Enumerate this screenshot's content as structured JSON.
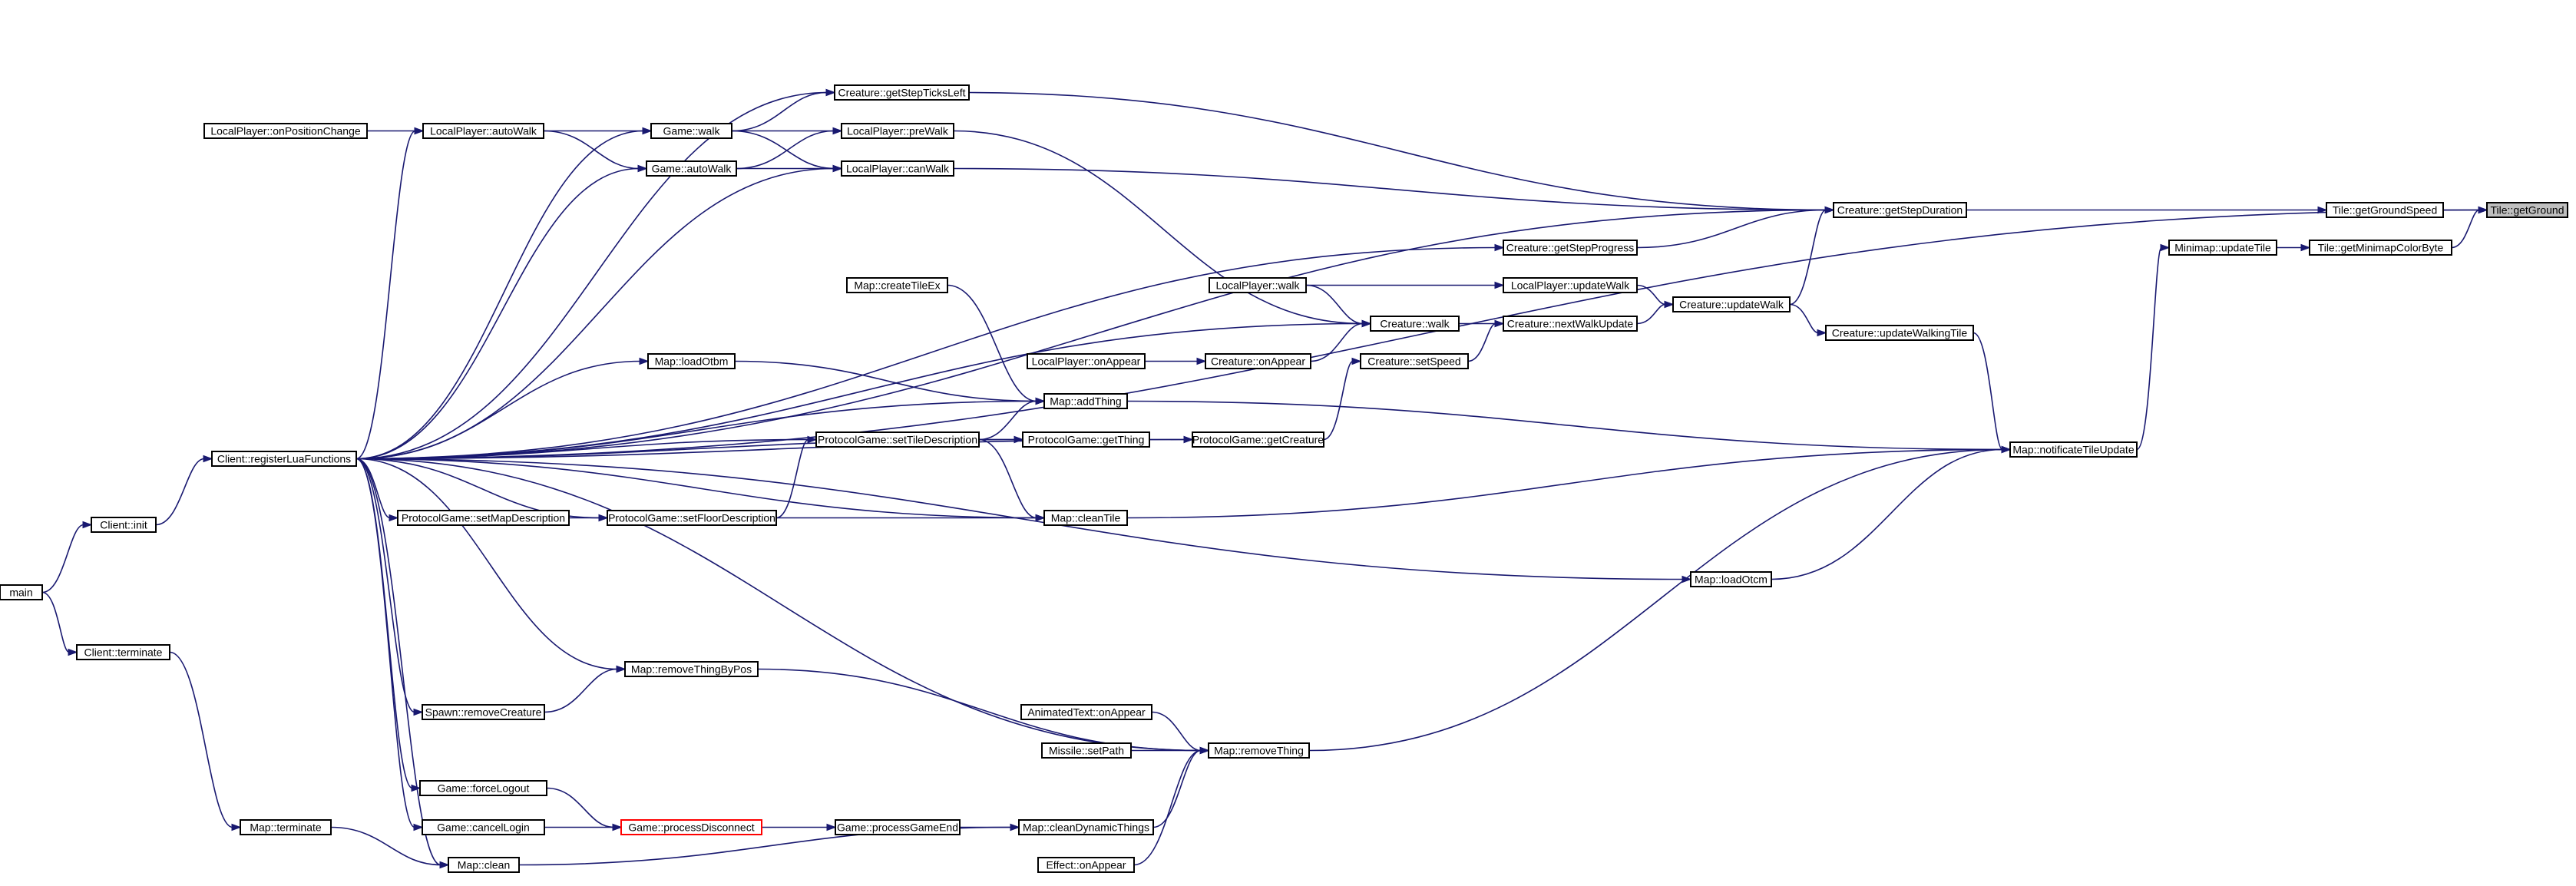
{
  "nodes": [
    {
      "id": "tile_getground",
      "label": "Tile::getGround",
      "style": "root"
    },
    {
      "id": "tile_getgroundspeed",
      "label": "Tile::getGroundSpeed"
    },
    {
      "id": "tile_getminimapcolorbyte",
      "label": "Tile::getMinimapColorByte"
    },
    {
      "id": "minimap_updatetile",
      "label": "Minimap::updateTile"
    },
    {
      "id": "creature_getstepduration",
      "label": "Creature::getStepDuration"
    },
    {
      "id": "map_notificatetileupdate",
      "label": "Map::notificateTileUpdate"
    },
    {
      "id": "creature_getstepticksleft",
      "label": "Creature::getStepTicksLeft"
    },
    {
      "id": "localplayer_prewalk",
      "label": "LocalPlayer::preWalk"
    },
    {
      "id": "localplayer_canwalk",
      "label": "LocalPlayer::canWalk"
    },
    {
      "id": "creature_getstepprogress",
      "label": "Creature::getStepProgress"
    },
    {
      "id": "creature_updatewalk",
      "label": "Creature::updateWalk"
    },
    {
      "id": "creature_updatewalkingtile",
      "label": "Creature::updateWalkingTile"
    },
    {
      "id": "localplayer_updatewalk",
      "label": "LocalPlayer::updateWalk"
    },
    {
      "id": "creature_nextwalkupdate",
      "label": "Creature::nextWalkUpdate"
    },
    {
      "id": "creature_walk",
      "label": "Creature::walk"
    },
    {
      "id": "creature_setspeed",
      "label": "Creature::setSpeed"
    },
    {
      "id": "localplayer_walk",
      "label": "LocalPlayer::walk"
    },
    {
      "id": "creature_onappear",
      "label": "Creature::onAppear"
    },
    {
      "id": "localplayer_onappear",
      "label": "LocalPlayer::onAppear"
    },
    {
      "id": "protocolgame_getcreature",
      "label": "ProtocolGame::getCreature"
    },
    {
      "id": "protocolgame_getthing",
      "label": "ProtocolGame::getThing"
    },
    {
      "id": "protocolgame_settiledescription",
      "label": "ProtocolGame::setTileDescription"
    },
    {
      "id": "protocolgame_setfloordescription",
      "label": "ProtocolGame::setFloorDescription"
    },
    {
      "id": "protocolgame_setmapdescription",
      "label": "ProtocolGame::setMapDescription"
    },
    {
      "id": "map_addthing",
      "label": "Map::addThing"
    },
    {
      "id": "map_createtileex",
      "label": "Map::createTileEx"
    },
    {
      "id": "map_loadotbm",
      "label": "Map::loadOtbm"
    },
    {
      "id": "map_cleantile",
      "label": "Map::cleanTile"
    },
    {
      "id": "map_loadotcm",
      "label": "Map::loadOtcm"
    },
    {
      "id": "map_removething",
      "label": "Map::removeThing"
    },
    {
      "id": "map_removethingbypos",
      "label": "Map::removeThingByPos"
    },
    {
      "id": "spawn_removecreature",
      "label": "Spawn::removeCreature"
    },
    {
      "id": "animatedtext_onappear",
      "label": "AnimatedText::onAppear"
    },
    {
      "id": "missile_setpath",
      "label": "Missile::setPath"
    },
    {
      "id": "map_cleandynamicthings",
      "label": "Map::cleanDynamicThings"
    },
    {
      "id": "effect_onappear",
      "label": "Effect::onAppear"
    },
    {
      "id": "game_processgameend",
      "label": "Game::processGameEnd"
    },
    {
      "id": "game_processdisconnect",
      "label": "Game::processDisconnect",
      "style": "highlight"
    },
    {
      "id": "game_forcelogout",
      "label": "Game::forceLogout"
    },
    {
      "id": "game_cancellogin",
      "label": "Game::cancelLogin"
    },
    {
      "id": "map_clean",
      "label": "Map::clean"
    },
    {
      "id": "map_terminate",
      "label": "Map::terminate"
    },
    {
      "id": "game_walk",
      "label": "Game::walk"
    },
    {
      "id": "game_autowalk",
      "label": "Game::autoWalk"
    },
    {
      "id": "localplayer_autowalk",
      "label": "LocalPlayer::autoWalk"
    },
    {
      "id": "localplayer_onpositionchange",
      "label": "LocalPlayer::onPositionChange"
    },
    {
      "id": "client_registerluafunctions",
      "label": "Client::registerLuaFunctions"
    },
    {
      "id": "client_init",
      "label": "Client::init"
    },
    {
      "id": "client_terminate",
      "label": "Client::terminate"
    },
    {
      "id": "main",
      "label": "main"
    }
  ],
  "edges": [
    [
      "tile_getgroundspeed",
      "tile_getground"
    ],
    [
      "tile_getminimapcolorbyte",
      "tile_getground"
    ],
    [
      "minimap_updatetile",
      "tile_getminimapcolorbyte"
    ],
    [
      "creature_getstepduration",
      "tile_getgroundspeed"
    ],
    [
      "map_notificatetileupdate",
      "minimap_updatetile"
    ],
    [
      "creature_getstepticksleft",
      "creature_getstepduration"
    ],
    [
      "localplayer_canwalk",
      "creature_getstepduration"
    ],
    [
      "creature_getstepprogress",
      "creature_getstepduration"
    ],
    [
      "creature_updatewalk",
      "creature_getstepduration"
    ],
    [
      "client_registerluafunctions",
      "creature_getstepduration"
    ],
    [
      "client_registerluafunctions",
      "tile_getground"
    ],
    [
      "creature_updatewalkingtile",
      "map_notificatetileupdate"
    ],
    [
      "map_addthing",
      "map_notificatetileupdate"
    ],
    [
      "map_cleantile",
      "map_notificatetileupdate"
    ],
    [
      "map_loadotcm",
      "map_notificatetileupdate"
    ],
    [
      "map_removething",
      "map_notificatetileupdate"
    ],
    [
      "localplayer_updatewalk",
      "creature_updatewalk"
    ],
    [
      "creature_nextwalkupdate",
      "creature_updatewalk"
    ],
    [
      "creature_updatewalk",
      "creature_updatewalkingtile"
    ],
    [
      "creature_walk",
      "creature_nextwalkupdate"
    ],
    [
      "creature_setspeed",
      "creature_nextwalkupdate"
    ],
    [
      "localplayer_walk",
      "localplayer_updatewalk"
    ],
    [
      "localplayer_walk",
      "creature_walk"
    ],
    [
      "creature_onappear",
      "creature_walk"
    ],
    [
      "localplayer_prewalk",
      "creature_walk"
    ],
    [
      "localplayer_onappear",
      "creature_onappear"
    ],
    [
      "protocolgame_getcreature",
      "creature_setspeed"
    ],
    [
      "protocolgame_getthing",
      "protocolgame_getcreature"
    ],
    [
      "protocolgame_settiledescription",
      "protocolgame_getthing"
    ],
    [
      "protocolgame_settiledescription",
      "map_addthing"
    ],
    [
      "protocolgame_setfloordescription",
      "protocolgame_settiledescription"
    ],
    [
      "protocolgame_setfloordescription",
      "map_cleantile"
    ],
    [
      "protocolgame_setmapdescription",
      "protocolgame_setfloordescription"
    ],
    [
      "protocolgame_settiledescription",
      "map_cleantile"
    ],
    [
      "map_createtileex",
      "map_addthing"
    ],
    [
      "map_loadotbm",
      "map_addthing"
    ],
    [
      "map_removethingbypos",
      "map_removething"
    ],
    [
      "spawn_removecreature",
      "map_removethingbypos"
    ],
    [
      "animatedtext_onappear",
      "map_removething"
    ],
    [
      "missile_setpath",
      "map_removething"
    ],
    [
      "map_cleandynamicthings",
      "map_removething"
    ],
    [
      "effect_onappear",
      "map_removething"
    ],
    [
      "game_processgameend",
      "map_cleandynamicthings"
    ],
    [
      "game_processdisconnect",
      "game_processgameend"
    ],
    [
      "game_forcelogout",
      "game_processdisconnect"
    ],
    [
      "game_cancellogin",
      "game_processdisconnect"
    ],
    [
      "map_clean",
      "map_cleandynamicthings"
    ],
    [
      "map_terminate",
      "map_clean"
    ],
    [
      "game_walk",
      "creature_getstepticksleft"
    ],
    [
      "game_walk",
      "localplayer_prewalk"
    ],
    [
      "game_walk",
      "localplayer_canwalk"
    ],
    [
      "game_autowalk",
      "localplayer_prewalk"
    ],
    [
      "game_autowalk",
      "localplayer_canwalk"
    ],
    [
      "localplayer_autowalk",
      "game_walk"
    ],
    [
      "localplayer_autowalk",
      "game_autowalk"
    ],
    [
      "localplayer_onpositionchange",
      "localplayer_autowalk"
    ],
    [
      "client_registerluafunctions",
      "localplayer_autowalk"
    ],
    [
      "client_registerluafunctions",
      "creature_getstepticksleft"
    ],
    [
      "client_registerluafunctions",
      "game_walk"
    ],
    [
      "client_registerluafunctions",
      "game_autowalk"
    ],
    [
      "client_registerluafunctions",
      "localplayer_canwalk"
    ],
    [
      "client_registerluafunctions",
      "creature_getstepprogress"
    ],
    [
      "client_registerluafunctions",
      "creature_walk"
    ],
    [
      "client_registerluafunctions",
      "map_loadotbm"
    ],
    [
      "client_registerluafunctions",
      "map_addthing"
    ],
    [
      "client_registerluafunctions",
      "protocolgame_settiledescription"
    ],
    [
      "client_registerluafunctions",
      "protocolgame_getthing"
    ],
    [
      "client_registerluafunctions",
      "protocolgame_getcreature"
    ],
    [
      "client_registerluafunctions",
      "protocolgame_setmapdescription"
    ],
    [
      "client_registerluafunctions",
      "protocolgame_setfloordescription"
    ],
    [
      "client_registerluafunctions",
      "map_cleantile"
    ],
    [
      "client_registerluafunctions",
      "map_loadotcm"
    ],
    [
      "client_registerluafunctions",
      "map_removethingbypos"
    ],
    [
      "client_registerluafunctions",
      "spawn_removecreature"
    ],
    [
      "client_registerluafunctions",
      "map_removething"
    ],
    [
      "client_registerluafunctions",
      "game_forcelogout"
    ],
    [
      "client_registerluafunctions",
      "game_cancellogin"
    ],
    [
      "client_registerluafunctions",
      "map_clean"
    ],
    [
      "client_init",
      "client_registerluafunctions"
    ],
    [
      "client_terminate",
      "map_terminate"
    ],
    [
      "main",
      "client_init"
    ],
    [
      "main",
      "client_terminate"
    ]
  ]
}
